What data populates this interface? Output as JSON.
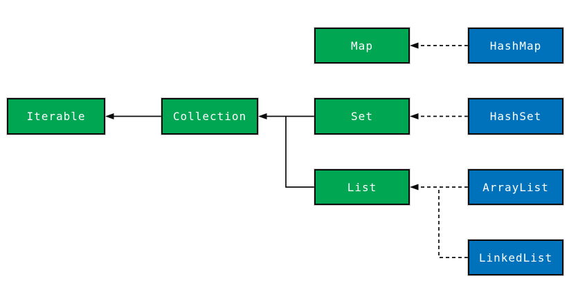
{
  "diagram": {
    "description": "Java collections class hierarchy diagram",
    "colors": {
      "interface_fill": "#00a651",
      "implementation_fill": "#0072bc",
      "node_border": "#0c0c0c",
      "edge_line": "#0b0b0b",
      "node_text": "#ffffff",
      "background": "#ffffff"
    },
    "nodes": [
      {
        "id": "iterable",
        "label": "Iterable",
        "type": "interface"
      },
      {
        "id": "collection",
        "label": "Collection",
        "type": "interface"
      },
      {
        "id": "map",
        "label": "Map",
        "type": "interface"
      },
      {
        "id": "set",
        "label": "Set",
        "type": "interface"
      },
      {
        "id": "list",
        "label": "List",
        "type": "interface"
      },
      {
        "id": "hashmap",
        "label": "HashMap",
        "type": "implementation"
      },
      {
        "id": "hashset",
        "label": "HashSet",
        "type": "implementation"
      },
      {
        "id": "arraylist",
        "label": "ArrayList",
        "type": "implementation"
      },
      {
        "id": "linkedlist",
        "label": "LinkedList",
        "type": "implementation"
      }
    ],
    "edges": [
      {
        "from": "collection",
        "to": "iterable",
        "style": "solid"
      },
      {
        "from": "set",
        "to": "collection",
        "style": "solid"
      },
      {
        "from": "list",
        "to": "collection",
        "style": "solid"
      },
      {
        "from": "hashmap",
        "to": "map",
        "style": "dashed"
      },
      {
        "from": "hashset",
        "to": "set",
        "style": "dashed"
      },
      {
        "from": "arraylist",
        "to": "list",
        "style": "dashed"
      },
      {
        "from": "linkedlist",
        "to": "list",
        "style": "dashed"
      }
    ]
  }
}
